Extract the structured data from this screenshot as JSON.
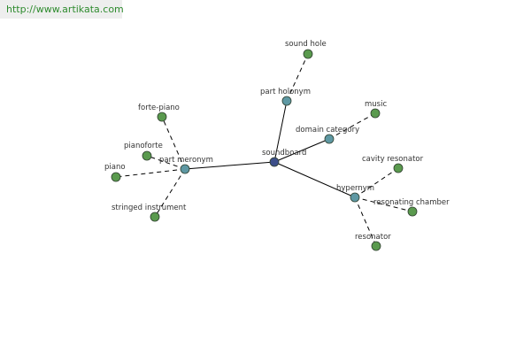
{
  "site_link": "http://www.artikata.com",
  "colors": {
    "leaf_node": "#5a9a4e",
    "relation_node": "#5e98a3",
    "center_node": "#3d4f8a",
    "edge": "#000000"
  },
  "graph": {
    "center": {
      "id": "soundboard",
      "label": "soundboard"
    },
    "relations": [
      {
        "id": "part_meronym",
        "label": "part meronym"
      },
      {
        "id": "part_holonym",
        "label": "part holonym"
      },
      {
        "id": "domain_category",
        "label": "domain category"
      },
      {
        "id": "hypernym",
        "label": "hypernym"
      }
    ],
    "leaves": [
      {
        "id": "forte_piano",
        "label": "forte-piano",
        "parent": "part_meronym"
      },
      {
        "id": "pianoforte",
        "label": "pianoforte",
        "parent": "part_meronym"
      },
      {
        "id": "piano",
        "label": "piano",
        "parent": "part_meronym"
      },
      {
        "id": "stringed_instrument",
        "label": "stringed instrument",
        "parent": "part_meronym"
      },
      {
        "id": "sound_hole",
        "label": "sound hole",
        "parent": "part_holonym"
      },
      {
        "id": "music",
        "label": "music",
        "parent": "domain_category"
      },
      {
        "id": "cavity_resonator",
        "label": "cavity resonator",
        "parent": "hypernym"
      },
      {
        "id": "resonating_chamber",
        "label": "resonating chamber",
        "parent": "hypernym"
      },
      {
        "id": "resonator",
        "label": "resonator",
        "parent": "hypernym"
      }
    ]
  }
}
